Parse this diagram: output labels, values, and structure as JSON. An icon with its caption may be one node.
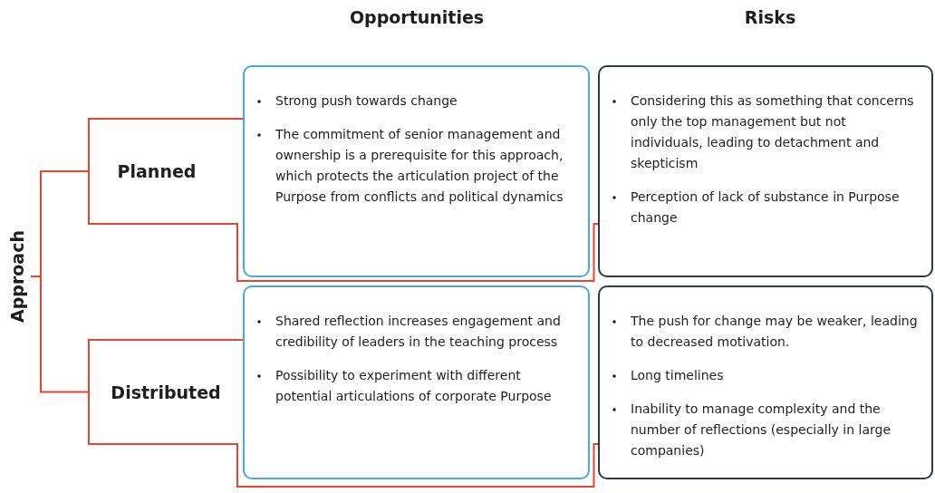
{
  "diagram": {
    "nodes": [
      {
        "text": [
          "Approach"
        ]
      },
      {
        "text": [
          "Planned"
        ]
      },
      {
        "text": [
          "Distributed"
        ]
      },
      {
        "text": [
          "Strong push towards change",
          "The commitment of senior management and ownership is a prerequisite for this approach, which protects the articulation project of the Purpose from conflicts and political dynamics"
        ]
      },
      {
        "text": [
          "Considering this as something that concerns only the top management but not individuals, leading to detachment and skepticism",
          "Perception of lack of substance in Purpose change"
        ]
      },
      {
        "text": [
          "Shared reflection increases engagement and credibility of leaders in the teaching process",
          "Possibility to experiment with different potential articulations of corporate Purpose"
        ]
      },
      {
        "text": [
          "The push for change may be weaker, leading to decreased motivation.",
          "Long timelines",
          "Inability to manage complexity and the number of reflections (especially in large companies)"
        ]
      }
    ],
    "edges": [
      {
        "from": 0,
        "to": 1,
        "arrow": "none"
      },
      {
        "from": 0,
        "to": 2,
        "arrow": "none"
      },
      {
        "from": 1,
        "to": 3,
        "arrow": "none"
      },
      {
        "from": 1,
        "to": 4,
        "arrow": "none"
      },
      {
        "from": 2,
        "to": 5,
        "arrow": "none"
      },
      {
        "from": 2,
        "to": 6,
        "arrow": "none"
      }
    ],
    "labels": [
      "Opportunities",
      "Risks"
    ]
  }
}
